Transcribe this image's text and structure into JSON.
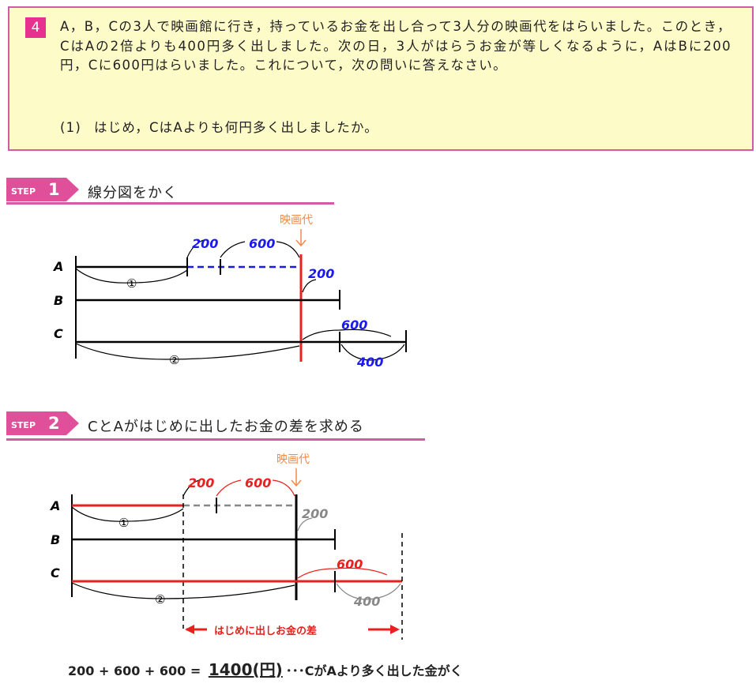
{
  "problem": {
    "number": "4",
    "text": "A，B，Cの3人で映画館に行き，持っているお金を出し合って3人分の映画代をはらいました。このとき，CはAの2倍よりも400円多く出しました。次の日，3人がはらうお金が等しくなるように，AはBに200円，Cに600円はらいました。これについて，次の問いに答えなさい。",
    "question_number": "(1)",
    "question_text": "はじめ，CはAよりも何円多く出しましたか。"
  },
  "step1": {
    "label_word": "STEP",
    "label_num": "1",
    "title": "線分図をかく",
    "diagram": {
      "row_labels": [
        "A",
        "B",
        "C"
      ],
      "movie_fee_label": "映画代",
      "a_transfers": [
        "200",
        "600"
      ],
      "b_extra": "200",
      "c_extra_top": "600",
      "c_extra_bottom": "400",
      "a_unit": "①",
      "c_unit": "②"
    }
  },
  "step2": {
    "label_word": "STEP",
    "label_num": "2",
    "title": "CとAがはじめに出したお金の差を求める",
    "diagram": {
      "row_labels": [
        "A",
        "B",
        "C"
      ],
      "movie_fee_label": "映画代",
      "a_transfers": [
        "200",
        "600"
      ],
      "b_extra": "200",
      "c_extra_top": "600",
      "c_extra_bottom": "400",
      "a_unit": "①",
      "c_unit": "②",
      "difference_label": "はじめに出しお金の差"
    }
  },
  "formula": {
    "expression": "200 + 600 + 600 =",
    "result": "1400(円)",
    "note": "･･･CがAより多く出した金がく"
  },
  "colors": {
    "border": "#d25aa6",
    "box_fill": "#fdfbc8",
    "number_badge": "#e6318f",
    "blue": "#1a1aee",
    "red": "#e8201e",
    "orange": "#f08a4b",
    "gray": "#888888"
  }
}
